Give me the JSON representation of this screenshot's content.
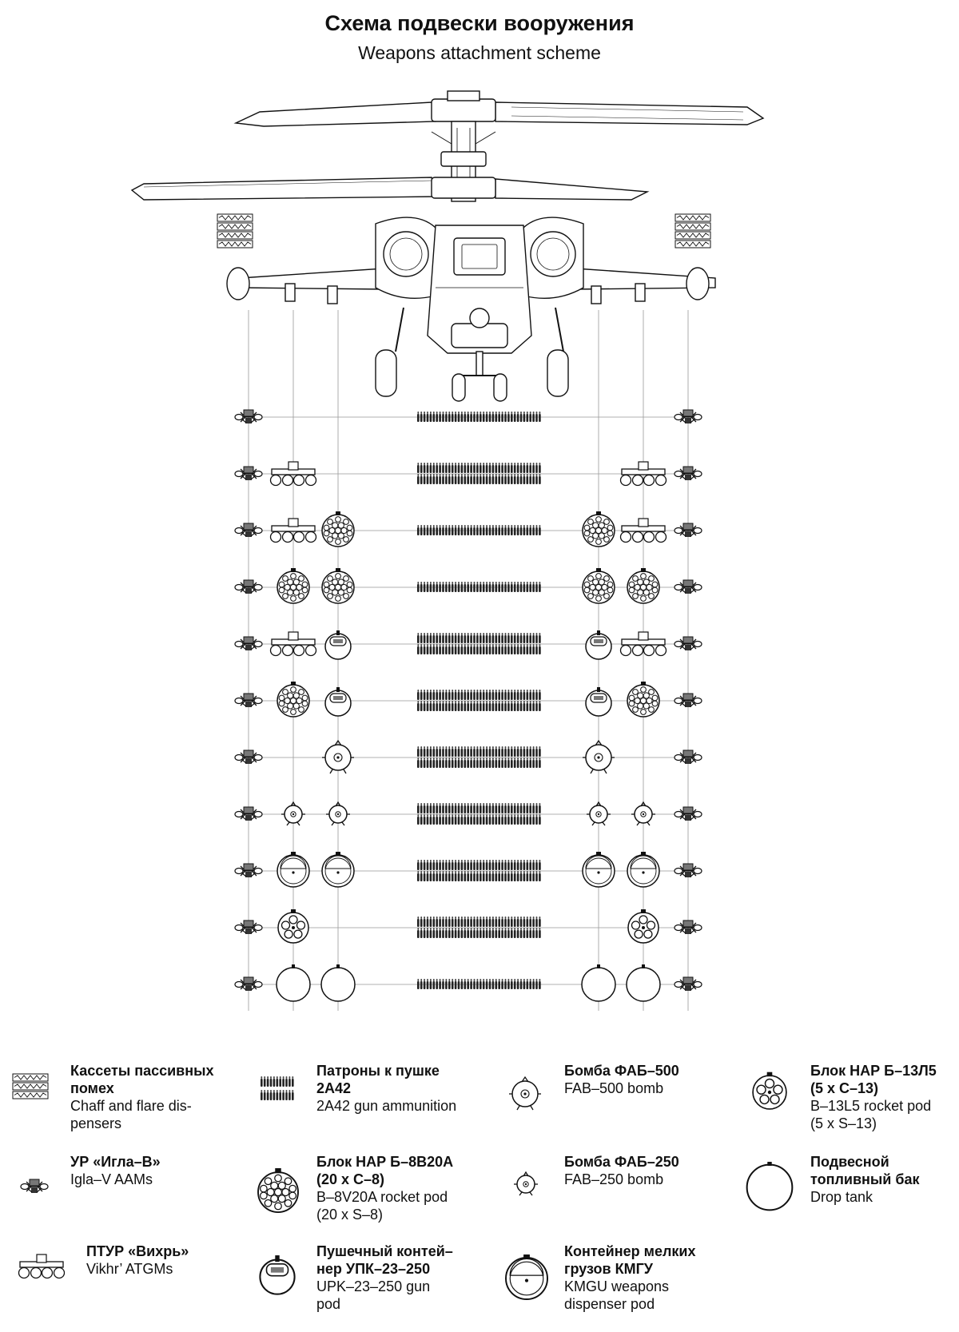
{
  "header": {
    "title": "Схема подвески вооружения",
    "subtitle": "Weapons attachment scheme"
  },
  "configurations": [
    [
      "igla",
      null,
      null,
      "ammo1",
      null,
      null,
      "igla"
    ],
    [
      "igla",
      "vikhr",
      null,
      "ammo2",
      null,
      "vikhr",
      "igla"
    ],
    [
      "igla",
      "vikhr",
      "b8",
      "ammo1",
      "b8",
      "vikhr",
      "igla"
    ],
    [
      "igla",
      "b8",
      "b8",
      "ammo1",
      "b8",
      "b8",
      "igla"
    ],
    [
      "igla",
      "vikhr",
      "upk",
      "ammo2",
      "upk",
      "vikhr",
      "igla"
    ],
    [
      "igla",
      "b8",
      "upk",
      "ammo2",
      "upk",
      "b8",
      "igla"
    ],
    [
      "igla",
      null,
      "fab500",
      "ammo2",
      "fab500",
      null,
      "igla"
    ],
    [
      "igla",
      "fab250",
      "fab250",
      "ammo2",
      "fab250",
      "fab250",
      "igla"
    ],
    [
      "igla",
      "kmgu",
      "kmgu",
      "ammo2",
      "kmgu",
      "kmgu",
      "igla"
    ],
    [
      "igla",
      "b13",
      null,
      "ammo2",
      null,
      "b13",
      "igla"
    ],
    [
      "igla",
      "tank",
      "tank",
      "ammo1",
      "tank",
      "tank",
      "igla"
    ]
  ],
  "legend": {
    "chaff": {
      "icon": "chaff-dispenser-icon",
      "ru": "Кассеты пассивных\nпомех",
      "en": "Chaff and flare dis-\npensers"
    },
    "igla": {
      "icon": "igla-missile-icon",
      "ru": "УР «Игла–В»",
      "en": "Igla–V AAMs"
    },
    "vikhr": {
      "icon": "vikhr-atgm-icon",
      "ru": "ПТУР «Вихрь»",
      "en": "Vikhr’ ATGMs"
    },
    "ammo": {
      "icon": "gun-ammunition-icon",
      "ru": "Патроны к пушке\n2А42",
      "en": "2A42 gun ammunition"
    },
    "b8": {
      "icon": "b8-rocket-pod-icon",
      "ru": "Блок НАР Б–8В20А\n(20 х С–8)",
      "en": "B–8V20A rocket pod\n(20 x S–8)"
    },
    "upk": {
      "icon": "upk-gun-pod-icon",
      "ru": "Пушечный контей–\nнер УПК–23–250",
      "en": "UPK–23–250 gun\npod"
    },
    "fab500": {
      "icon": "fab500-bomb-icon",
      "ru": "Бомба ФАБ–500",
      "en": "FAB–500 bomb"
    },
    "fab250": {
      "icon": "fab250-bomb-icon",
      "ru": "Бомба ФАБ–250",
      "en": "FAB–250 bomb"
    },
    "kmgu": {
      "icon": "kmgu-dispenser-icon",
      "ru": "Контейнер мелких\nгрузов КМГУ",
      "en": "KMGU weapons\ndispenser pod"
    },
    "b13": {
      "icon": "b13-rocket-pod-icon",
      "ru": "Блок НАР Б–13Л5\n(5 х С–13)",
      "en": "B–13L5 rocket pod\n(5 x S–13)"
    },
    "tank": {
      "icon": "drop-tank-icon",
      "ru": "Подвесной\nтопливный бак",
      "en": "Drop tank"
    }
  }
}
